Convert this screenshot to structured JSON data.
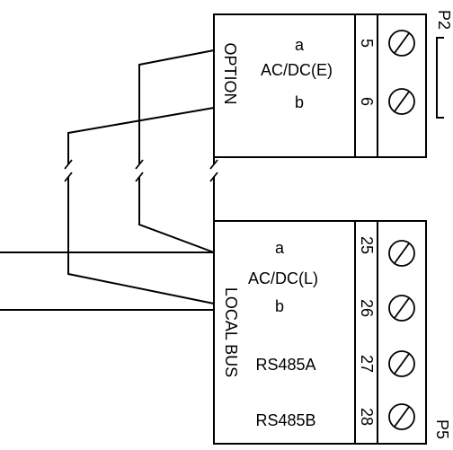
{
  "top_block": {
    "side_label": "OPTION",
    "label_a": "a",
    "label_mid": "AC/DC(E)",
    "label_b": "b",
    "pin_1": "5",
    "pin_2": "6",
    "connector": "P2"
  },
  "bottom_block": {
    "side_label": "LOCAL BUS",
    "label_a": "a",
    "label_mid": "AC/DC(L)",
    "label_b": "b",
    "label_rs485a": "RS485A",
    "label_rs485b": "RS485B",
    "pin_1": "25",
    "pin_2": "26",
    "pin_3": "27",
    "pin_4": "28",
    "connector": "P5"
  },
  "terminal_icon": "screw-terminal-icon"
}
